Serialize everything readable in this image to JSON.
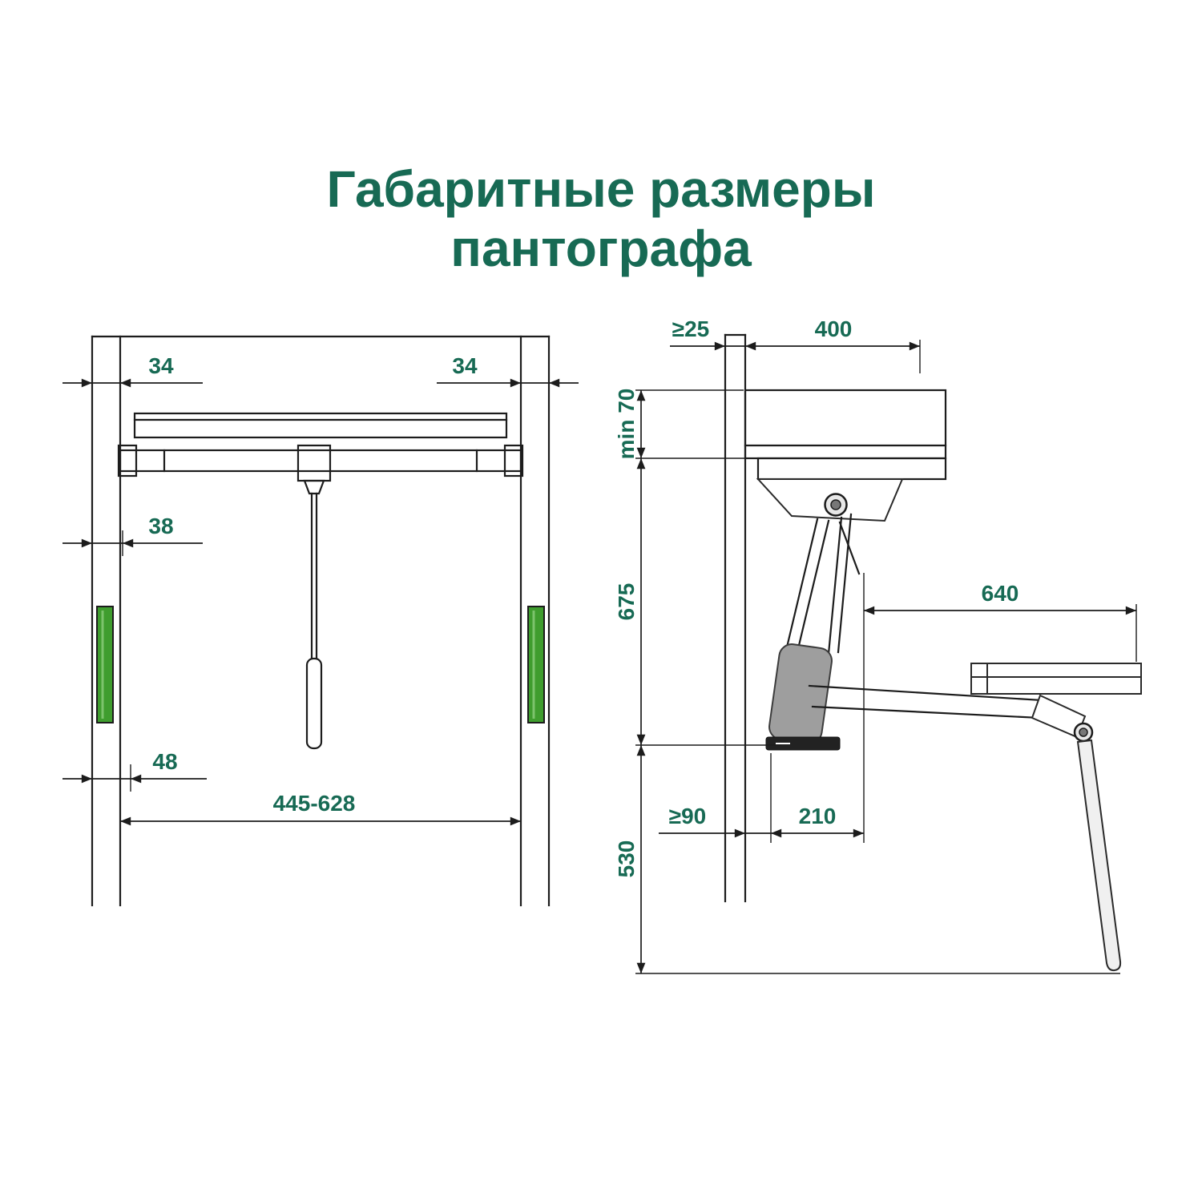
{
  "title": {
    "line1": "Габаритные размеры",
    "line2": "пантографа"
  },
  "colors": {
    "accent_green_text": "#176a54",
    "rail_green": "#3f9d2e",
    "drawing_line": "#1c1c1c",
    "mechanism_gray": "#9e9e9e"
  },
  "front_view": {
    "dim_left_panel": "34",
    "dim_right_panel": "34",
    "dim_slide_width": "38",
    "dim_bottom_width": "48",
    "dim_width_range": "445-628"
  },
  "side_view": {
    "dim_min_side": "≥25",
    "dim_top_depth": "400",
    "dim_min_front": "min 70",
    "dim_upper_height": "675",
    "dim_arm_length": "640",
    "dim_min_clearance": "≥90",
    "dim_mech_depth": "210",
    "dim_lower_height": "530"
  }
}
